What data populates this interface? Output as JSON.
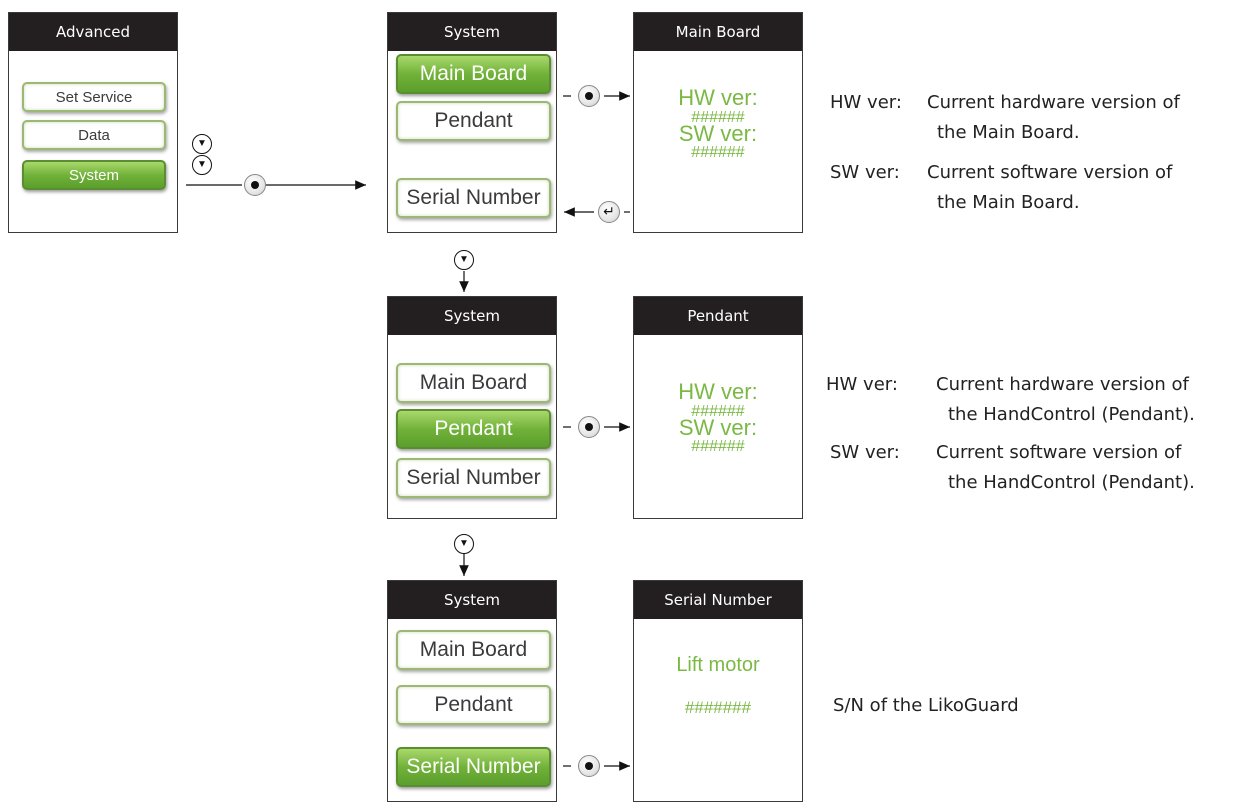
{
  "advanced": {
    "title": "Advanced",
    "buttons": [
      "Set Service",
      "Data",
      "System"
    ]
  },
  "system_screens": [
    {
      "title": "System",
      "buttons": [
        "Main Board",
        "Pendant",
        "Serial Number"
      ]
    },
    {
      "title": "System",
      "buttons": [
        "Main Board",
        "Pendant",
        "Serial Number"
      ]
    },
    {
      "title": "System",
      "buttons": [
        "Main Board",
        "Pendant",
        "Serial Number"
      ]
    }
  ],
  "info_screens": [
    {
      "title": "Main Board",
      "lines": [
        "HW ver:",
        "######",
        "SW ver:",
        "######"
      ]
    },
    {
      "title": "Pendant",
      "lines": [
        "HW ver:",
        "######",
        "SW ver:",
        "######"
      ]
    },
    {
      "title": "Serial Number",
      "lines": [
        "Lift motor",
        "#######"
      ]
    }
  ],
  "descriptions": {
    "main_board": [
      {
        "key": "HW ver:",
        "text": [
          "Current hardware version of",
          "the Main Board."
        ]
      },
      {
        "key": "SW ver:",
        "text": [
          "Current software version of",
          "the  Main Board."
        ]
      }
    ],
    "pendant": [
      {
        "key": "HW ver:",
        "text": [
          "Current hardware version of",
          "the HandControl (Pendant)."
        ]
      },
      {
        "key": "SW ver:",
        "text": [
          "Current software version of",
          "the HandControl (Pendant)."
        ]
      }
    ],
    "serial": "S/N of the LikoGuard"
  },
  "icons": {
    "select": "select-dot-icon",
    "scroll_down": "scroll-down-icon",
    "back": "enter-return-icon"
  },
  "colors": {
    "accent_green": "#71b23a",
    "info_text": "#7ab944",
    "header_bg": "#231f20"
  }
}
